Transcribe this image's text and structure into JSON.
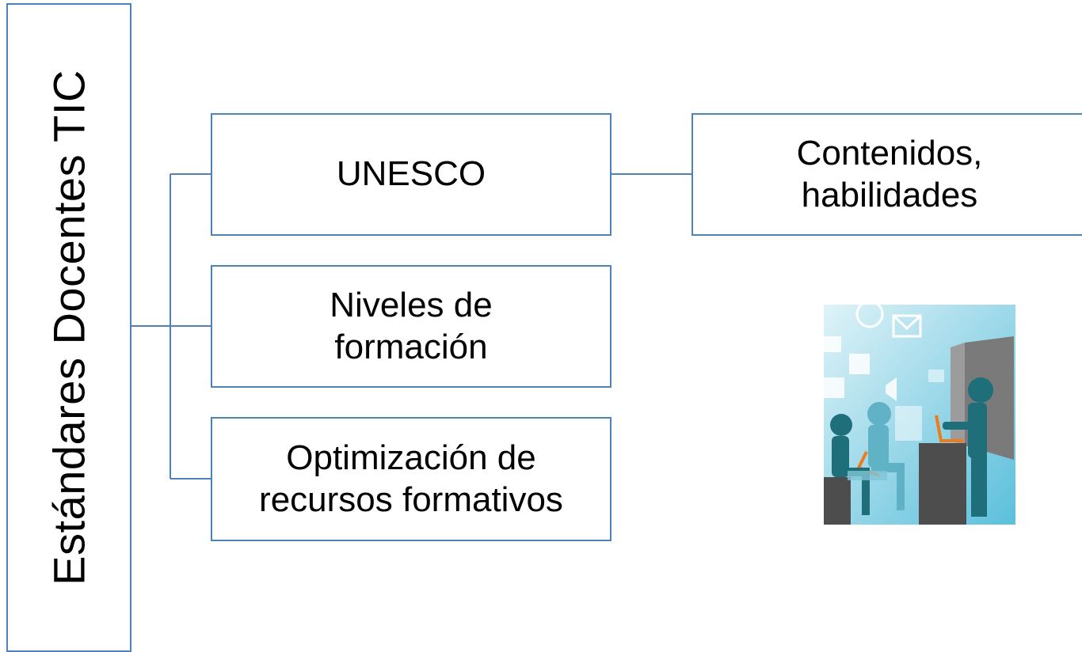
{
  "diagram": {
    "root": {
      "label": "Estándares Docentes TIC"
    },
    "children": [
      {
        "label_lines": [
          "UNESCO"
        ],
        "children": [
          {
            "label_lines": [
              "Contenidos,",
              "habilidades"
            ]
          }
        ]
      },
      {
        "label_lines": [
          "Niveles de",
          "formación"
        ]
      },
      {
        "label_lines": [
          "Optimización de",
          "recursos formativos"
        ]
      }
    ]
  },
  "colors": {
    "border": "#4f81bd",
    "connector": "#4f81bd"
  },
  "illustration": {
    "icon": "teachers-computers-icon"
  }
}
